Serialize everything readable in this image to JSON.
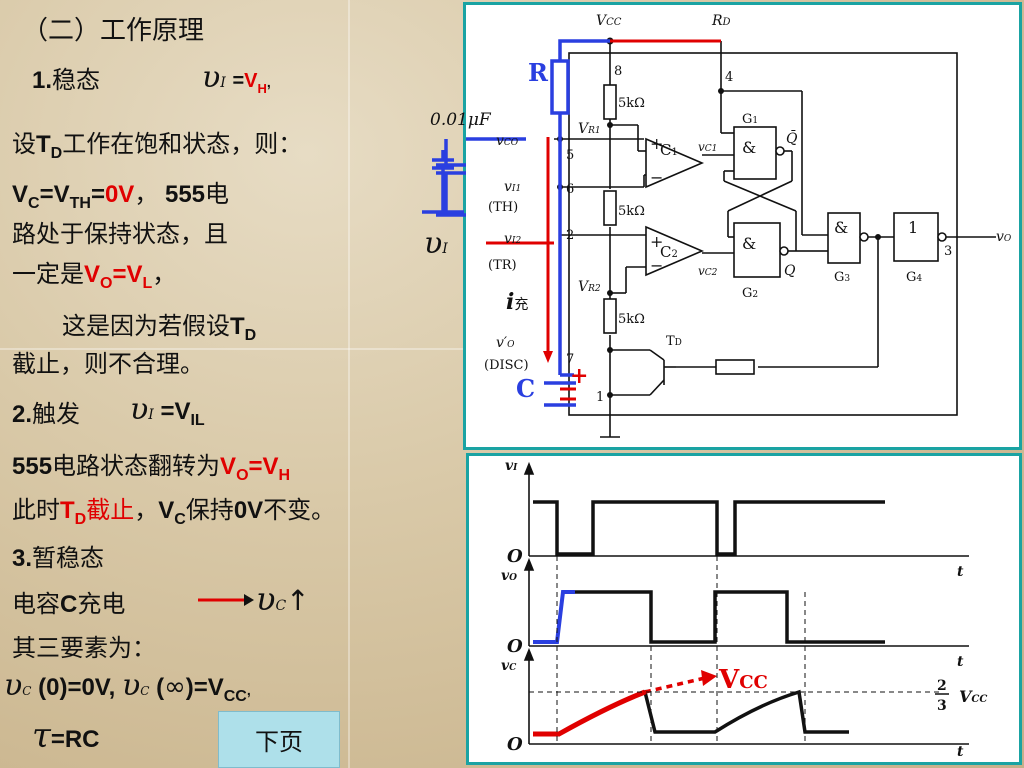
{
  "slide": {
    "heading": "（二）工作原理",
    "s1_num": "1.",
    "s1_title": "稳态",
    "vi_sym": "υ",
    "vi_sub": "I",
    "s1_eq_eq": "=",
    "s1_eq_v": "V",
    "s1_eq_sub": "H",
    "s1_eq_end": ",",
    "line1_a": "设",
    "line1_t": "T",
    "line1_tsub": "D",
    "line1_b": "工作在饱和状态，则：",
    "line2_vc": "V",
    "line2_vcsub": "C",
    "line2_eq": "=V",
    "line2_th": "TH",
    "line2_eq2": "=",
    "line2_zero": "0V",
    "line2_comma": "，",
    "line2_555": "555",
    "line2_dian": "电",
    "line3": "路处于保持状态，且",
    "line4_a": "一定是",
    "line4_vo": "V",
    "line4_osub": "O",
    "line4_eq": "=V",
    "line4_lsub": "L",
    "line4_comma": "，",
    "line5_a": "这是因为若假设",
    "line5_t": "T",
    "line5_tsub": "D",
    "line6": "截止，则不合理。",
    "s2_num": "2.",
    "s2_title": "触发",
    "s2_eq": "=V",
    "s2_sub": "IL",
    "line7_555": "555",
    "line7_a": "电路状态翻转为",
    "line7_v": "V",
    "line7_osub": "O",
    "line7_eq": "=V",
    "line7_hsub": "H",
    "line8_a": "此时",
    "line8_t": "T",
    "line8_tsub": "D",
    "line8_b": "截止",
    "line8_comma": "，",
    "line8_v": "V",
    "line8_csub": "C",
    "line8_c": "保持",
    "line8_zero": "0V",
    "line8_d": "不变。",
    "s3_num": "3.",
    "s3_title": "暂稳态",
    "line9_a": "电容",
    "line9_c": "C",
    "line9_b": "充电",
    "vc_sym": "υ",
    "vc_sub": "C",
    "up_arrow": "↑",
    "line10": "其三要素为：",
    "line11_a": "(0)=0V,",
    "line11_paren": "(",
    "line11_inf": "∞",
    "line11_b": ")=V",
    "line11_ccsub": "CC",
    "line11_end": ",",
    "tau": "τ",
    "tau_eq": "=RC",
    "next_label": "下页"
  },
  "circuit": {
    "vcc": "V",
    "vcc_sub": "CC",
    "rd": "R",
    "rd_sub": "D",
    "pin8": "8",
    "pin4": "4",
    "pin5": "5",
    "pin6": "6",
    "pin2": "2",
    "pin7": "7",
    "pin1": "1",
    "pin3": "3",
    "r_label": "R",
    "cap_label": "0.01μF",
    "res1": "5kΩ",
    "res2": "5kΩ",
    "res3": "5kΩ",
    "vr1": "V",
    "vr1_sub": "R1",
    "vr2": "V",
    "vr2_sub": "R2",
    "vco": "v",
    "vco_sub": "CO",
    "vi1": "v",
    "vi1_sub": "I1",
    "th": "(TH)",
    "vi2": "v",
    "vi2_sub": "I2",
    "tr": "(TR)",
    "i_sym": "i",
    "i_txt": "充",
    "vo_prime": "v′",
    "vo_prime_sub": "O",
    "disc": "(DISC)",
    "c_label": "C",
    "plus": "+",
    "c1": "C",
    "c1_sub": "1",
    "c2": "C",
    "c2_sub": "2",
    "vc1": "v",
    "vc1_sub": "C1",
    "vc2": "v",
    "vc2_sub": "C2",
    "g1": "G",
    "g1_sub": "1",
    "g2": "G",
    "g2_sub": "2",
    "g3": "G",
    "g3_sub": "3",
    "g4": "G",
    "g4_sub": "4",
    "amp": "&",
    "one": "1",
    "qbar": "Q̄",
    "q": "Q",
    "td": "T",
    "td_sub": "D",
    "vo": "v",
    "vo_sub": "O",
    "cmp_plus": "+",
    "cmp_minus": "−"
  },
  "waves": {
    "vi": "v",
    "vi_sub": "I",
    "vo": "v",
    "vo_sub": "O",
    "vc": "v",
    "vc_sub": "C",
    "origin": "O",
    "t": "t",
    "vcc_red": "V",
    "vcc_red_sub": "CC",
    "frac_num": "2",
    "frac_den": "3",
    "frac_vcc": "V",
    "frac_vcc_sub": "CC"
  },
  "colors": {
    "accent_red": "#e00000",
    "accent_blue": "#2a3fe0",
    "panel_border": "#1aa3a3",
    "button": "#aee0ea"
  }
}
